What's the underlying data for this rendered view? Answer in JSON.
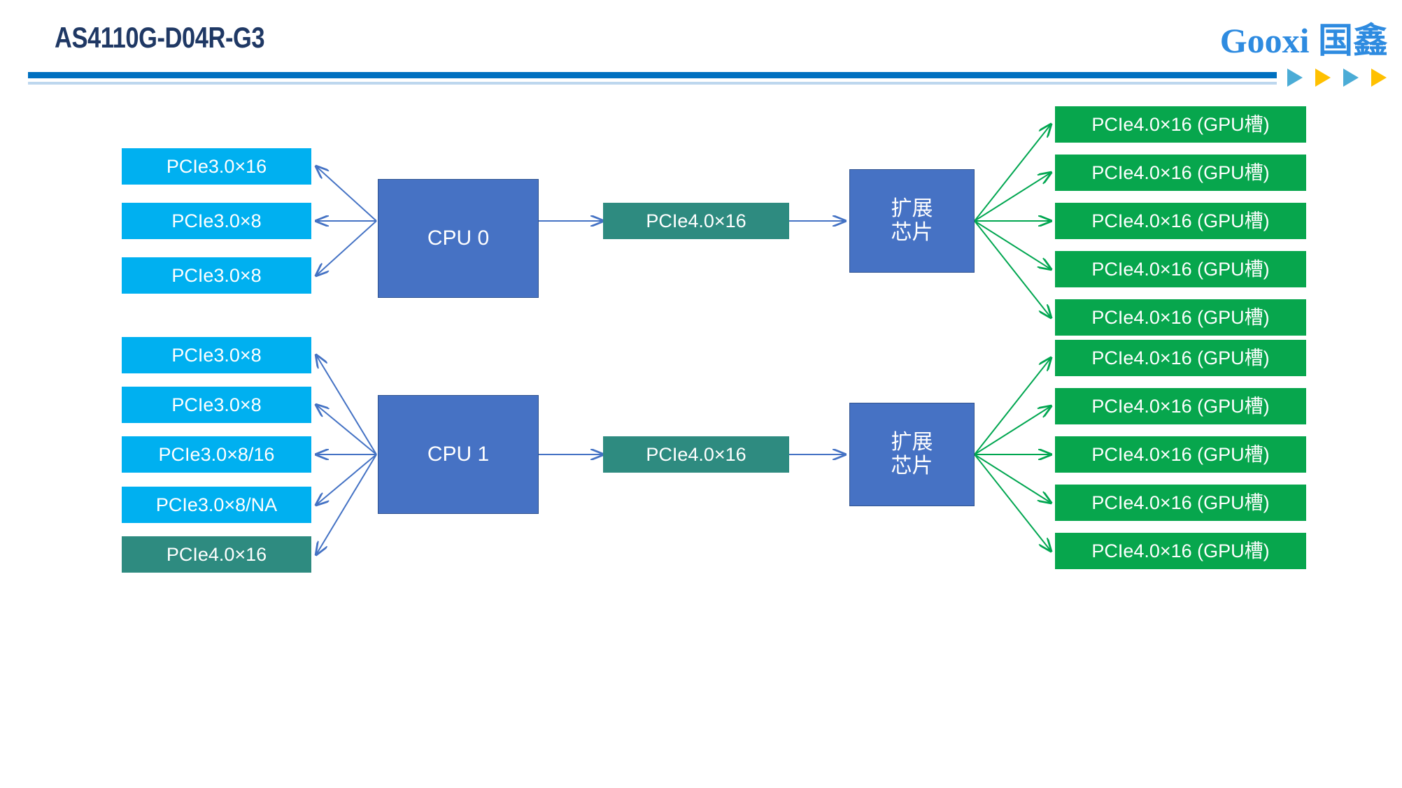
{
  "header": {
    "title": "AS4110G-D04R-G3",
    "logo_latin": "Gooxi",
    "logo_cn": "国鑫",
    "accent_bar_color": "#0070C0",
    "title_color": "#1F3864",
    "logo_color": "#2E8BE0",
    "arrows": [
      {
        "name": "arrow-1",
        "color": "#4BACD6"
      },
      {
        "name": "arrow-2",
        "color": "#FFC000"
      },
      {
        "name": "arrow-3",
        "color": "#4BACD6"
      },
      {
        "name": "arrow-4",
        "color": "#FFC000"
      }
    ]
  },
  "palette": {
    "cyan": "#00B0F0",
    "teal": "#2E8B80",
    "green": "#07A64D",
    "cpu_blue": "#4672C4",
    "blue_arrow": "#4472C4",
    "green_arrow": "#00A650"
  },
  "diagram": {
    "type": "block-diagram",
    "groups": [
      {
        "id": "cpu0-group",
        "cpu": {
          "label": "CPU 0"
        },
        "left_slots": [
          {
            "label": "PCIe3.0×16",
            "style": "cyan"
          },
          {
            "label": "PCIe3.0×8",
            "style": "cyan"
          },
          {
            "label": "PCIe3.0×8",
            "style": "cyan"
          }
        ],
        "uplink": {
          "label": "PCIe4.0×16",
          "style": "teal"
        },
        "switch": {
          "label_line1": "扩展",
          "label_line2": "芯片"
        },
        "gpu_slots": [
          {
            "label": "PCIe4.0×16 (GPU槽)",
            "style": "green"
          },
          {
            "label": "PCIe4.0×16 (GPU槽)",
            "style": "green"
          },
          {
            "label": "PCIe4.0×16 (GPU槽)",
            "style": "green"
          },
          {
            "label": "PCIe4.0×16 (GPU槽)",
            "style": "green"
          },
          {
            "label": "PCIe4.0×16 (GPU槽)",
            "style": "green"
          }
        ]
      },
      {
        "id": "cpu1-group",
        "cpu": {
          "label": "CPU 1"
        },
        "left_slots": [
          {
            "label": "PCIe3.0×8",
            "style": "cyan"
          },
          {
            "label": "PCIe3.0×8",
            "style": "cyan"
          },
          {
            "label": "PCIe3.0×8/16",
            "style": "cyan"
          },
          {
            "label": "PCIe3.0×8/NA",
            "style": "cyan"
          },
          {
            "label": "PCIe4.0×16",
            "style": "teal"
          }
        ],
        "uplink": {
          "label": "PCIe4.0×16",
          "style": "teal"
        },
        "switch": {
          "label_line1": "扩展",
          "label_line2": "芯片"
        },
        "gpu_slots": [
          {
            "label": "PCIe4.0×16 (GPU槽)",
            "style": "green"
          },
          {
            "label": "PCIe4.0×16 (GPU槽)",
            "style": "green"
          },
          {
            "label": "PCIe4.0×16 (GPU槽)",
            "style": "green"
          },
          {
            "label": "PCIe4.0×16 (GPU槽)",
            "style": "green"
          },
          {
            "label": "PCIe4.0×16 (GPU槽)",
            "style": "green"
          }
        ]
      }
    ]
  }
}
